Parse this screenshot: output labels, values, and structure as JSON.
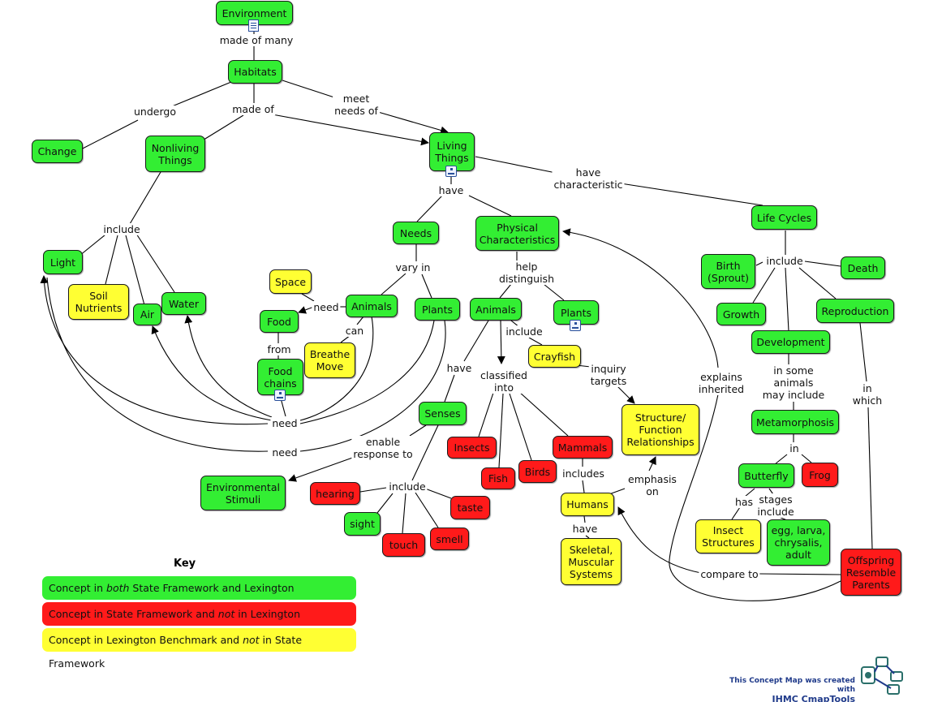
{
  "colors": {
    "both": "#33ee33",
    "state_only": "#ff1a1a",
    "lexington_only": "#ffff33"
  },
  "nodes": {
    "environment": "Environment",
    "habitats": "Habitats",
    "change": "Change",
    "nonliving_things": "Nonliving\nThings",
    "living_things": "Living\nThings",
    "light": "Light",
    "soil_nutrients": "Soil\nNutrients",
    "air": "Air",
    "water": "Water",
    "needs": "Needs",
    "physical_characteristics": "Physical\nCharacteristics",
    "life_cycles": "Life Cycles",
    "space": "Space",
    "food": "Food",
    "animals_needs": "Animals",
    "plants_needs": "Plants",
    "breathe_move": "Breathe\nMove",
    "food_chains": "Food\nchains",
    "animals_phys": "Animals",
    "plants_phys": "Plants",
    "crayfish": "Crayfish",
    "senses": "Senses",
    "environmental_stimuli": "Environmental\nStimuli",
    "hearing": "hearing",
    "sight": "sight",
    "touch": "touch",
    "smell": "smell",
    "taste": "taste",
    "insects": "Insects",
    "fish": "Fish",
    "birds": "Birds",
    "mammals": "Mammals",
    "humans": "Humans",
    "skeletal_muscular_systems": "Skeletal,\nMuscular\nSystems",
    "structure_function": "Structure/\nFunction\nRelationships",
    "birth": "Birth\n(Sprout)",
    "death": "Death",
    "growth": "Growth",
    "reproduction": "Reproduction",
    "development": "Development",
    "metamorphosis": "Metamorphosis",
    "butterfly": "Butterfly",
    "frog": "Frog",
    "insect_structures": "Insect\nStructures",
    "egg_larva": "egg, larva,\nchrysalis,\nadult",
    "offspring": "Offspring\nResemble\nParents"
  },
  "links": {
    "made_of_many": "made of many",
    "undergo": "undergo",
    "made_of": "made of",
    "meet_needs_of": "meet\nneeds of",
    "include_nonliving": "include",
    "have_living": "have",
    "have_characteristic": "have\ncharacteristic",
    "vary_in": "vary in",
    "need_space": "need",
    "can": "can",
    "from": "from",
    "need_1": "need",
    "need_2": "need",
    "help_distinguish": "help\ndistinguish",
    "include_crayfish": "include",
    "have_senses": "have",
    "classified_into": "classified\ninto",
    "inquiry_targets": "inquiry\ntargets",
    "enable_response_to": "enable\nresponse to",
    "include_senses": "include",
    "includes_humans": "includes",
    "have_skeletal": "have",
    "emphasis_on": "emphasis\non",
    "compare_to": "compare to",
    "explains_inherited": "explains\ninherited",
    "include_lifecycle": "include",
    "in_some_animals": "in some\nanimals\nmay include",
    "in_which": "in\nwhich",
    "in": "in",
    "has": "has",
    "stages_include": "stages\ninclude"
  },
  "key": {
    "title": "Key",
    "both_prefix": "Concept in ",
    "both_em": "both",
    "both_suffix": " State Framework and Lexington Benchkmark",
    "state_prefix": "Concept in State Framework and ",
    "state_em": "not",
    "state_suffix": " in Lexington Benchmark",
    "lex_prefix": "Concept in Lexington Benchmark and ",
    "lex_em": "not",
    "lex_suffix": " in State Framework"
  },
  "footer": {
    "line1": "This Concept Map was created with",
    "line2": "IHMC CmapTools"
  }
}
